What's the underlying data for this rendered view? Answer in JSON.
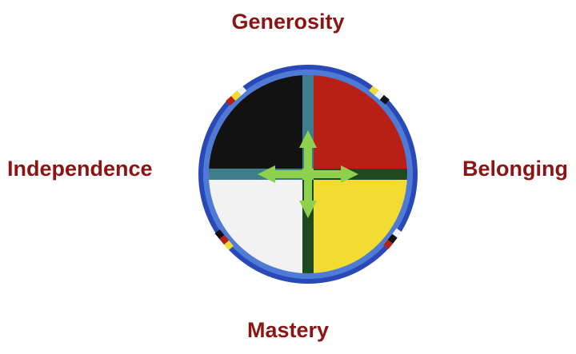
{
  "labels": {
    "top": "Generosity",
    "left": "Independence",
    "right": "Belonging",
    "bottom": "Mastery"
  },
  "colors": {
    "label_text": "#8b1414",
    "ring_outer": "#2a49b8",
    "ring_inner": "#4f7bd6",
    "cross_teal": "#3e7d8a",
    "cross_dark": "#1f4a1f",
    "cross_light": "#8ed14f",
    "quadrant_black": "#121212",
    "quadrant_red": "#b81f15",
    "quadrant_white": "#f2f2f2",
    "quadrant_yellow": "#f2dc32"
  },
  "icons": {
    "wheel": "medicine-wheel-icon",
    "center": "four-direction-arrows-icon"
  }
}
